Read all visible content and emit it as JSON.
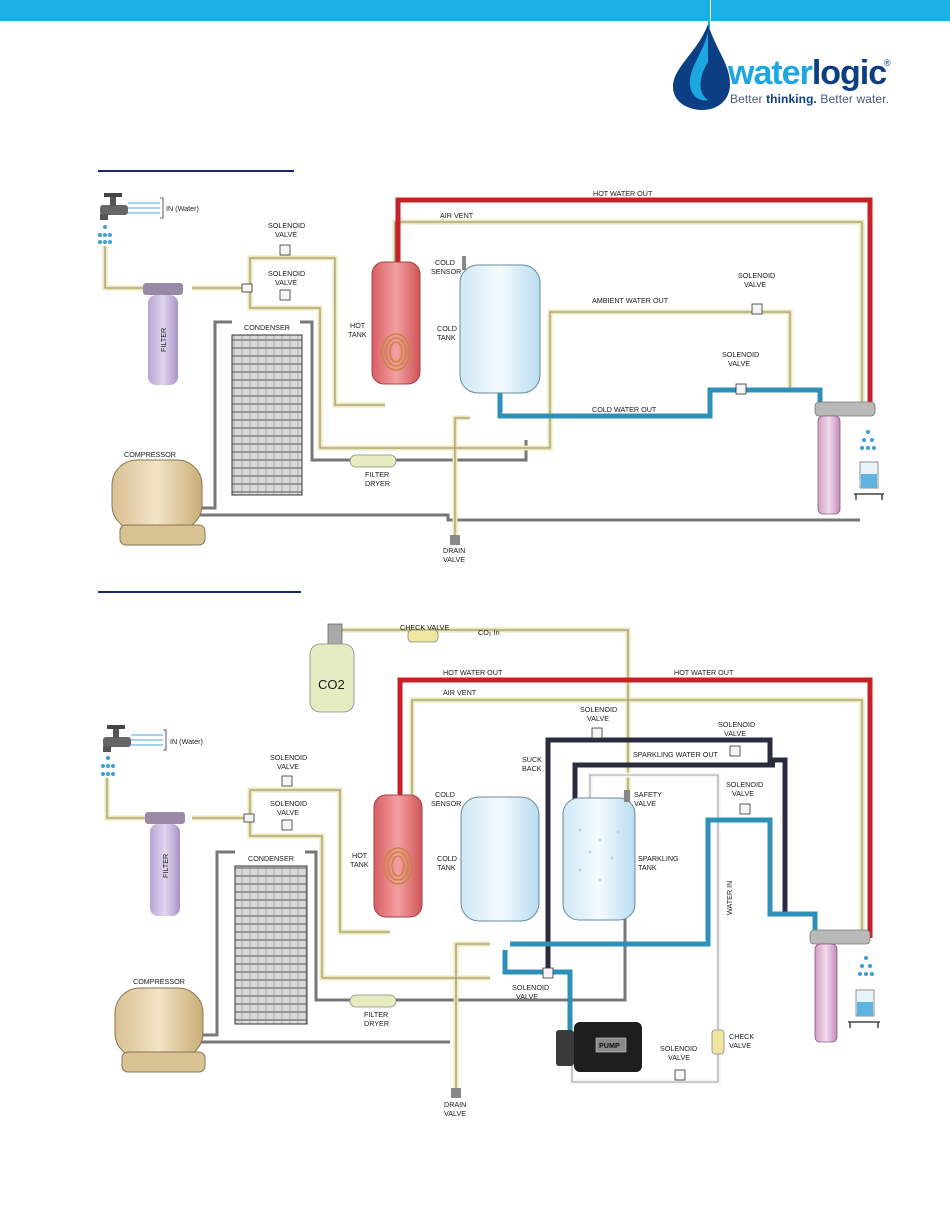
{
  "brand": {
    "name_part1": "water",
    "name_part2": "logic",
    "registered": "®",
    "tagline_part1": "Better ",
    "tagline_bold": "thinking.",
    "tagline_part2": " Better water."
  },
  "colors": {
    "top_bar": "#1cb0e6",
    "section_rule": "#16286b",
    "hot_pipe": "#c62127",
    "cold_pipe": "#2e8fb8",
    "ambient_pipe": "#ece7b4",
    "co2_pipe": "#2b2b3f",
    "hot_tank": "#e97b7e",
    "cold_tank": "#e6f4fb",
    "filter": "#c8b8de",
    "compressor": "#e9d6b0"
  },
  "diagram_top": {
    "tap_label": "IN (Water)",
    "solenoid_valve_1": [
      "SOLENOID",
      "VALVE"
    ],
    "solenoid_valve_2": [
      "SOLENOID",
      "VALVE"
    ],
    "filter": "FILTER",
    "condenser": "CONDENSER",
    "compressor": "COMPRESSOR",
    "filter_dryer": [
      "FILTER",
      "DRYER"
    ],
    "hot_tank": [
      "HOT",
      "TANK"
    ],
    "cold_sensor": [
      "COLD",
      "SENSOR"
    ],
    "cold_tank": [
      "COLD",
      "TANK"
    ],
    "hot_water_out": "HOT WATER OUT",
    "air_vent": "AIR VENT",
    "ambient_water_out": "AMBIENT WATER OUT",
    "cold_water_out": "COLD WATER OUT",
    "solenoid_valve_3": [
      "SOLENOID",
      "VALVE"
    ],
    "solenoid_valve_4": [
      "SOLENOID",
      "VALVE"
    ],
    "drain_valve": [
      "DRAIN",
      "VALVE"
    ]
  },
  "diagram_bottom": {
    "co2_label": "CO2",
    "check_valve_top": "CHECK VALVE",
    "co2_in": "CO₂ In",
    "hot_water_out_left": "HOT WATER OUT",
    "hot_water_out_right": "HOT WATER OUT",
    "air_vent": "AIR VENT",
    "tap_label": "IN (Water)",
    "solenoid_valve_1": [
      "SOLENOID",
      "VALVE"
    ],
    "solenoid_valve_2": [
      "SOLENOID",
      "VALVE"
    ],
    "filter": "FILTER",
    "condenser": "CONDENSER",
    "compressor": "COMPRESSOR",
    "filter_dryer": [
      "FILTER",
      "DRYER"
    ],
    "hot_tank": [
      "HOT",
      "TANK"
    ],
    "cold_sensor": [
      "COLD",
      "SENSOR"
    ],
    "cold_tank": [
      "COLD",
      "TANK"
    ],
    "suck_back": [
      "SUCK",
      "BACK"
    ],
    "solenoid_valve_top": [
      "SOLENOID",
      "VALVE"
    ],
    "solenoid_valve_right": [
      "SOLENOID",
      "VALVE"
    ],
    "sparkling_water_out": "SPARKLING WATER OUT",
    "safety_valve": [
      "SAFETY",
      "VALVE"
    ],
    "sparkling_tank": [
      "SPARKLING",
      "TANK"
    ],
    "solenoid_valve_mid": [
      "SOLENOID",
      "VALVE"
    ],
    "water_in": "WATER IN",
    "solenoid_valve_tank": [
      "SOLENOID",
      "VALVE"
    ],
    "pump": "PUMP",
    "solenoid_valve_pump": [
      "SOLENOID",
      "VALVE"
    ],
    "check_valve_bottom": [
      "CHECK",
      "VALVE"
    ],
    "drain_valve": [
      "DRAIN",
      "VALVE"
    ]
  }
}
